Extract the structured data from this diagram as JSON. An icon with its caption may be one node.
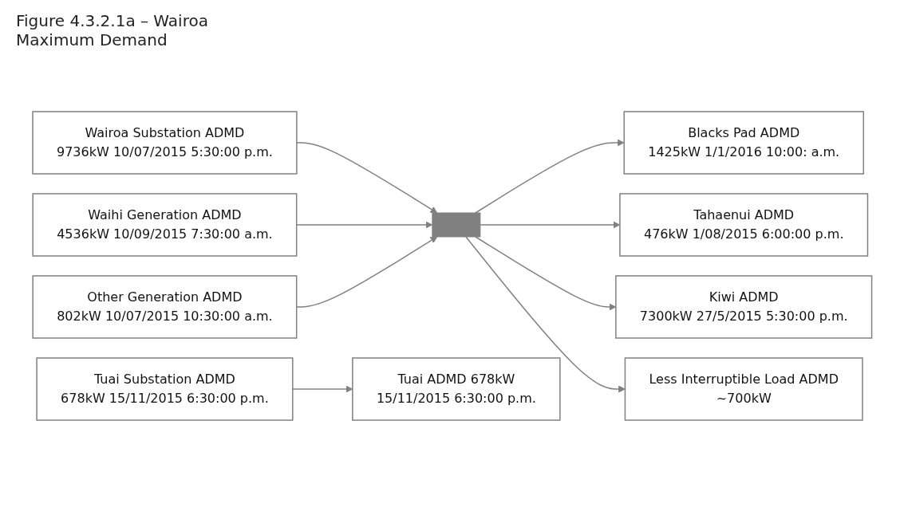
{
  "diagram": {
    "title": "Figure 4.3.2.1a – Wairoa Maximum Demand",
    "nodes": [
      {
        "text": [
          "Wairoa Substation ADMD",
          "9736kW 10/07/2015 5:30:00 p.m."
        ]
      },
      {
        "text": [
          "Waihi Generation ADMD",
          "4536kW 10/09/2015 7:30:00 a.m."
        ]
      },
      {
        "text": [
          "Other Generation ADMD",
          "802kW 10/07/2015 10:30:00 a.m."
        ]
      },
      {
        "text": [],
        "shape": "bar"
      },
      {
        "text": [
          "Blacks Pad ADMD",
          "1425kW 1/1/2016 10:00: a.m."
        ]
      },
      {
        "text": [
          "Tahaenui ADMD",
          "476kW 1/08/2015 6:00:00 p.m."
        ]
      },
      {
        "text": [
          "Kiwi ADMD",
          "7300kW 27/5/2015 5:30:00 p.m."
        ]
      },
      {
        "text": [
          "Less Interruptible Load ADMD",
          "~700kW"
        ]
      },
      {
        "text": [
          "Tuai Substation ADMD",
          "678kW 15/11/2015 6:30:00 p.m."
        ]
      },
      {
        "text": [
          "Tuai ADMD 678kW",
          "15/11/2015 6:30:00 p.m."
        ]
      }
    ],
    "edges": [
      {
        "from": 0,
        "to": 3,
        "arrow": "to"
      },
      {
        "from": 1,
        "to": 3,
        "arrow": "to"
      },
      {
        "from": 2,
        "to": 3,
        "arrow": "to"
      },
      {
        "from": 3,
        "to": 4,
        "arrow": "to"
      },
      {
        "from": 3,
        "to": 5,
        "arrow": "to"
      },
      {
        "from": 3,
        "to": 6,
        "arrow": "to"
      },
      {
        "from": 3,
        "to": 7,
        "arrow": "to"
      },
      {
        "from": 8,
        "to": 9,
        "arrow": "to"
      }
    ]
  }
}
